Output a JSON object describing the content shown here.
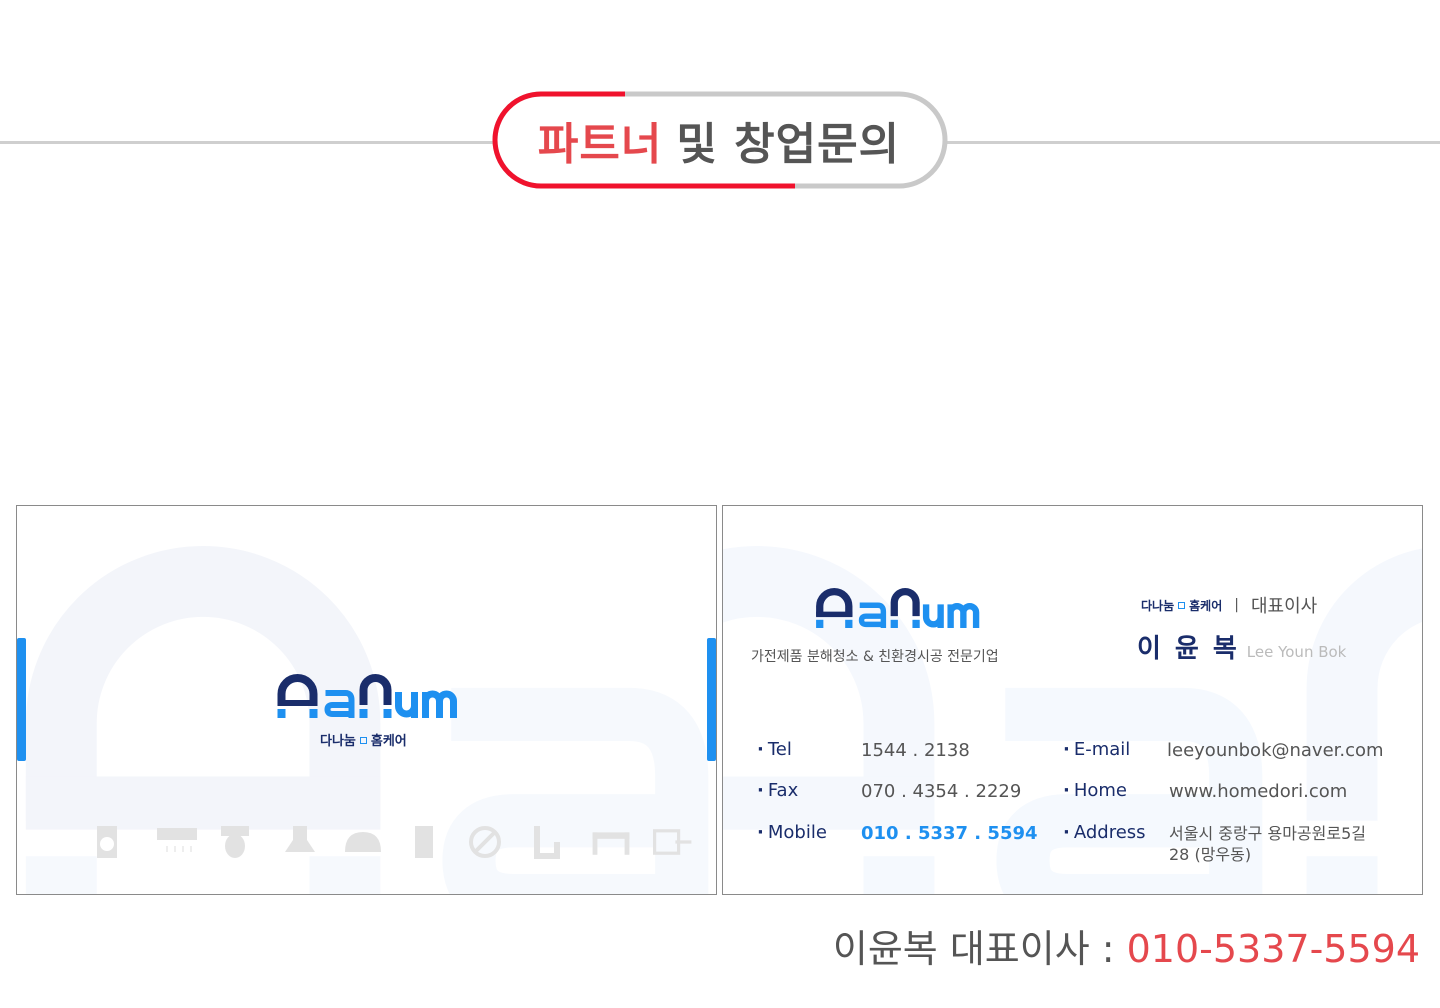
{
  "header": {
    "title_highlight": "파트너",
    "title_rest": "및 창업문의"
  },
  "brand": {
    "logo_text": "AaNum",
    "subtitle_left": "다나눔",
    "subtitle_right": "홈케어",
    "colors": {
      "navy": "#1a2d6b",
      "blue": "#1e90f0",
      "red": "#e5484d"
    }
  },
  "front_card": {
    "icons": [
      "washing-machine-icon",
      "air-conditioner-icon",
      "toilet-bidet-icon",
      "range-hood-icon",
      "bed-icon",
      "refrigerator-icon",
      "no-mite-icon",
      "pipe-icon",
      "radiator-icon",
      "window-icon"
    ]
  },
  "back_card": {
    "slogan": "가전제품 분해청소 & 친환경시공 전문기업",
    "separator": "|",
    "position": "대표이사",
    "name_ko": "이윤복",
    "name_en": "Lee Youn Bok",
    "contacts": [
      {
        "label": "Tel",
        "value": "1544 . 2138"
      },
      {
        "label": "Fax",
        "value": "070 . 4354 . 2229"
      },
      {
        "label": "Mobile",
        "value": "010 . 5337 . 5594"
      },
      {
        "label": "E-mail",
        "value": "leeyounbok@naver.com"
      },
      {
        "label": "Home",
        "value": "www.homedori.com"
      },
      {
        "label": "Address",
        "value": "서울시 중랑구 용마공원로5길",
        "value2": "28 (망우동)"
      }
    ]
  },
  "footer": {
    "label": "이윤복 대표이사 : ",
    "phone": "010-5337-5594"
  }
}
